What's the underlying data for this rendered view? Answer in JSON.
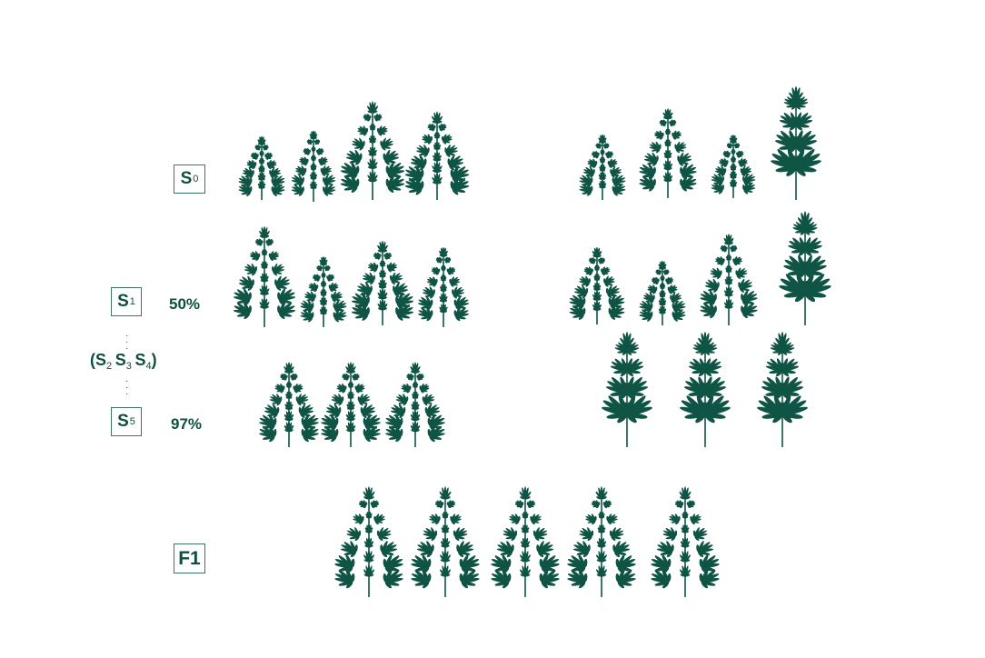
{
  "labels": {
    "s0": {
      "main": "S",
      "sub": "0"
    },
    "s1": {
      "main": "S",
      "sub": "1"
    },
    "s5": {
      "main": "S",
      "sub": "5"
    },
    "middle": {
      "open": "(",
      "s2": "S",
      "s2sub": "2",
      "s3": "S",
      "s3sub": "3",
      "s4": "S",
      "s4sub": "4",
      "close": ")"
    },
    "f1": "F1"
  },
  "percentages": {
    "s1": "50%",
    "s5": "97%"
  },
  "colors": {
    "plant": "#0f5444",
    "text": "#0f4f3f",
    "border": "#3f7464"
  },
  "icons": [
    "cannabis-plant-icon"
  ]
}
